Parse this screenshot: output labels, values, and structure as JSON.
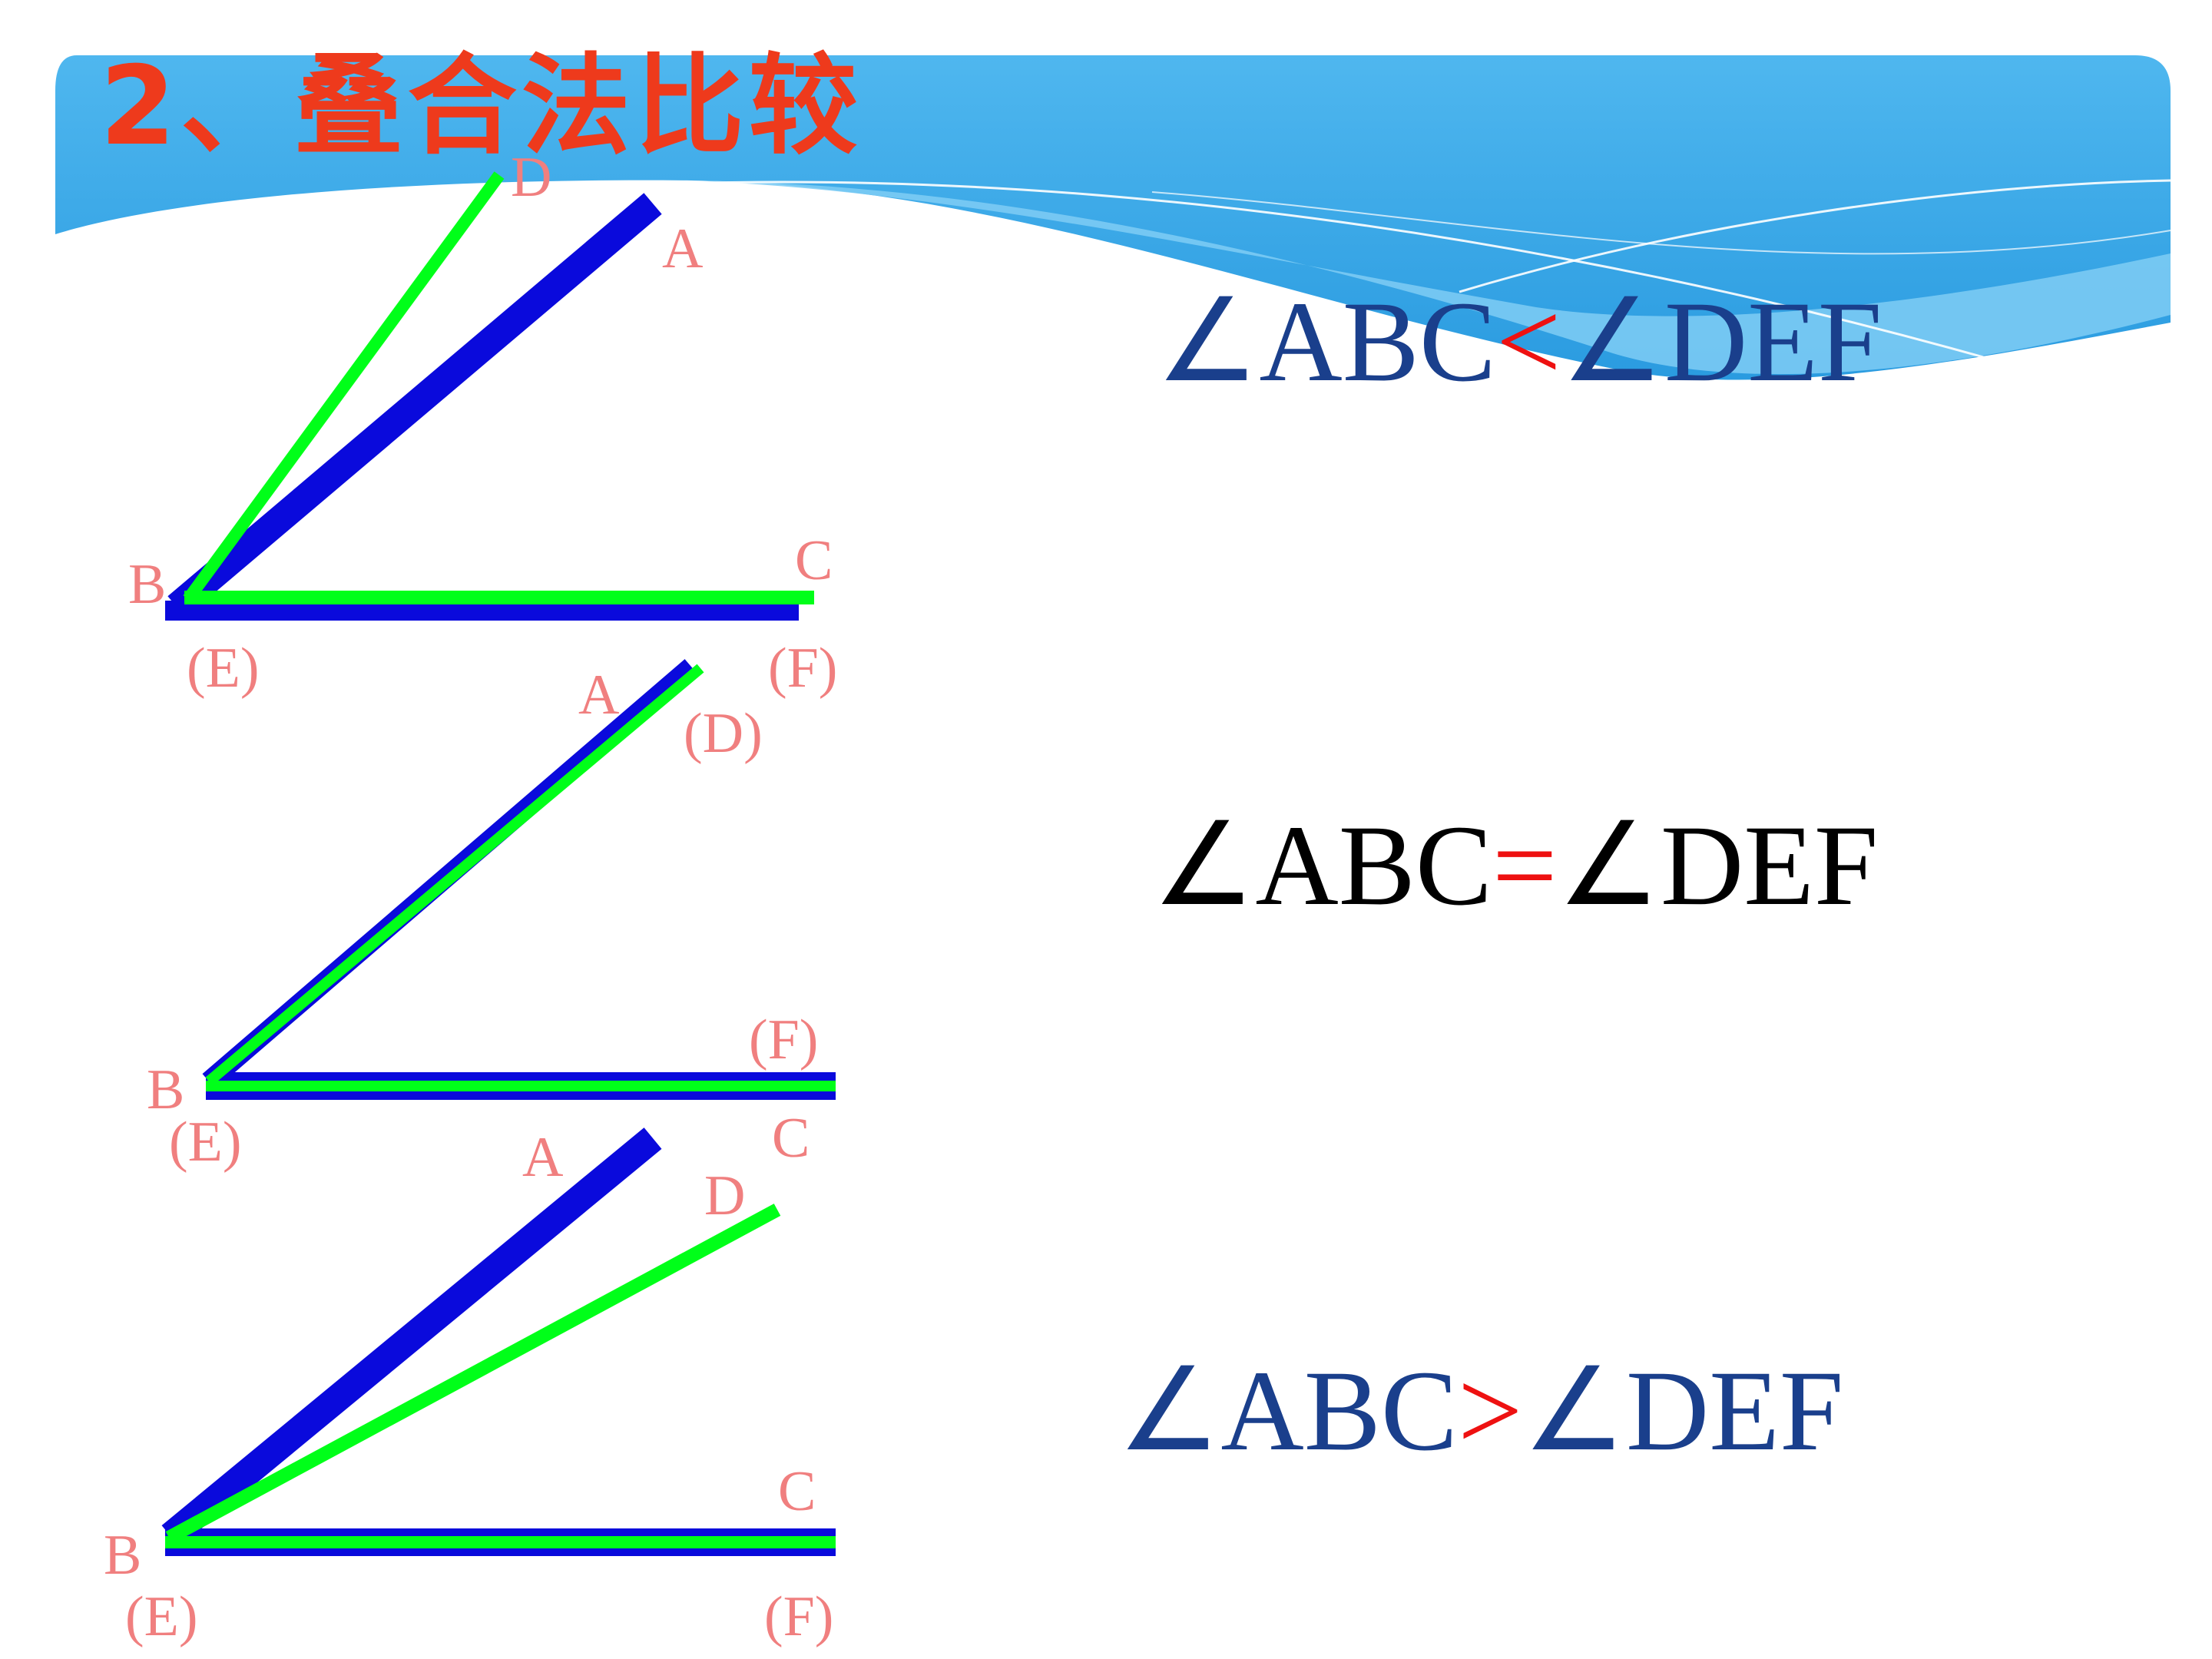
{
  "title": "2、叠合法比较",
  "colors": {
    "banner_light": "#5dc0f0",
    "banner_dark": "#2a9ee0",
    "title": "#ee3a1c",
    "angle_abc": "#0a0adc",
    "angle_def": "#00ff19",
    "point_labels": "#f07f7f",
    "relation_text_blue": "#1a3f8c",
    "relation_text_black": "#000000",
    "relation_operator": "#ee1111"
  },
  "diagrams": [
    {
      "labels": {
        "a": "A",
        "b": "B",
        "c": "C",
        "d": "D",
        "e": "(E)",
        "f": "(F)"
      },
      "relation": {
        "left": "∠ABC",
        "op": "<",
        "right": "∠DEF"
      }
    },
    {
      "labels": {
        "a": "A",
        "b": "B",
        "c": "C",
        "d": "(D)",
        "e": "(E)",
        "f": "(F)"
      },
      "relation": {
        "left": "∠ABC",
        "op": "=",
        "right": "∠DEF"
      }
    },
    {
      "labels": {
        "a": "A",
        "b": "B",
        "c": "C",
        "d": "D",
        "e": "(E)",
        "f": "(F)"
      },
      "relation": {
        "left": "∠ABC",
        "op": ">",
        "right": "∠DEF"
      }
    }
  ]
}
